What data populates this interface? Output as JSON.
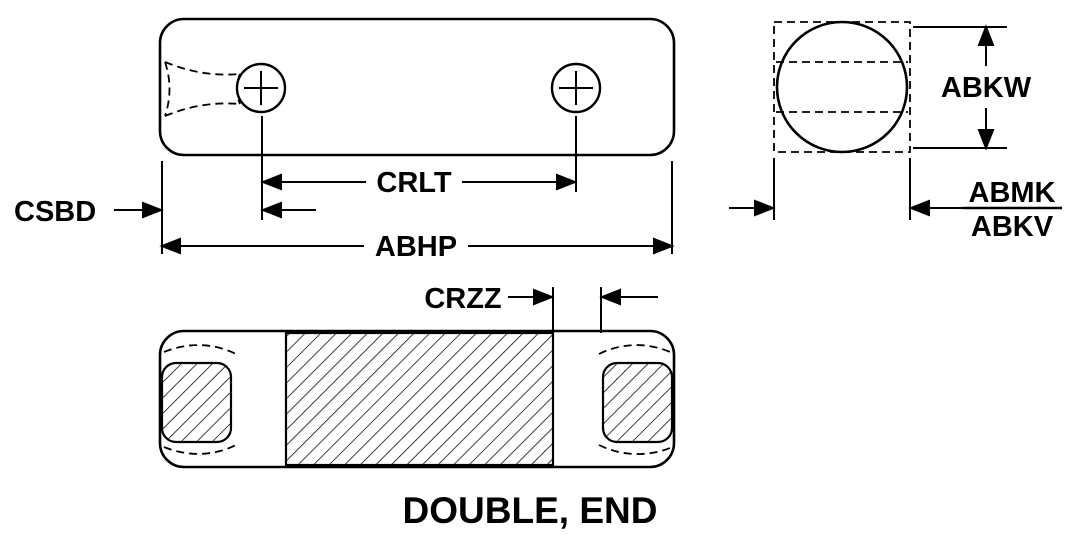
{
  "figure": {
    "title": "DOUBLE, END"
  },
  "dimensions": {
    "csbd": "CSBD",
    "crlt": "CRLT",
    "abhp": "ABHP",
    "crzz": "CRZZ",
    "abkw": "ABKW",
    "abmk_over_abkv": {
      "numerator": "ABMK",
      "denominator": "ABKV"
    }
  },
  "colors": {
    "ink": "#000000",
    "paper": "#ffffff"
  }
}
